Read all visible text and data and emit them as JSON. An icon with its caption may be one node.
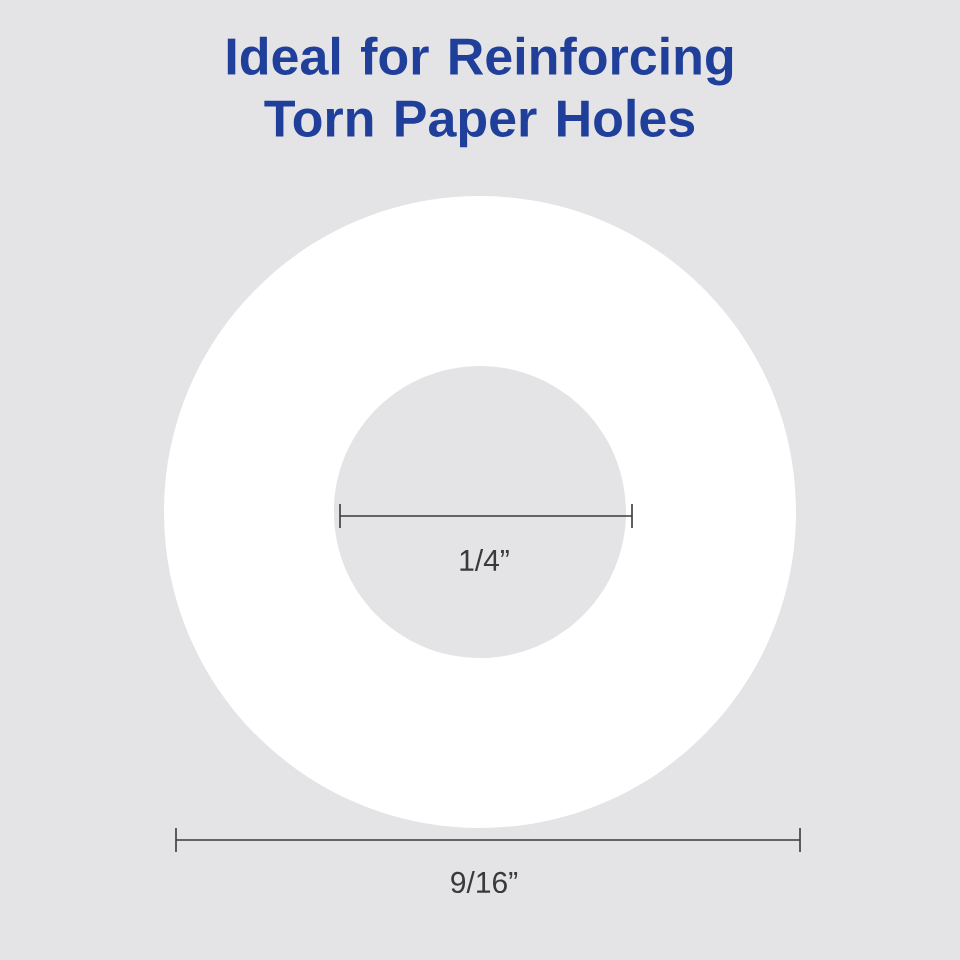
{
  "diagram": {
    "title": "Ideal for Reinforcing Torn Paper Holes",
    "labels": [
      "1/4”",
      "9/16”"
    ]
  }
}
